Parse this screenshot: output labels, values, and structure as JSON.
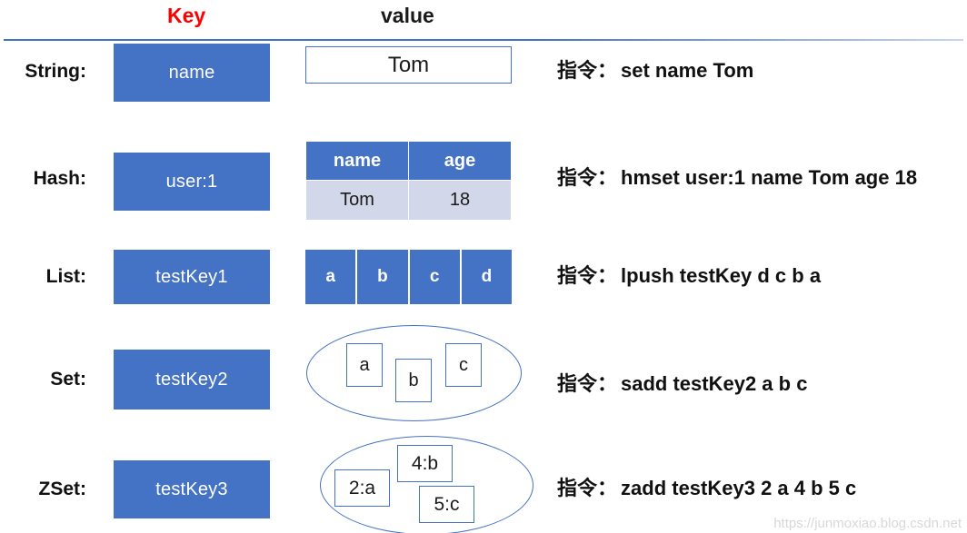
{
  "headers": {
    "key": "Key",
    "value": "value",
    "key_color": "#FF0000",
    "value_color": "#1A1A1A"
  },
  "theme": {
    "accent_blue": "#4472C4",
    "table_row_bg": "#D2D7E9",
    "box_text_white": "#FFFFFF",
    "label_black": "#111111"
  },
  "rows": [
    {
      "type_label": "String:",
      "key": "name",
      "command_prefix": "指令：",
      "command": "set name Tom",
      "value": {
        "kind": "text-box",
        "text": "Tom"
      }
    },
    {
      "type_label": "Hash:",
      "key": "user:1",
      "command_prefix": "指令：",
      "command": "hmset user:1 name Tom age 18",
      "value": {
        "kind": "table",
        "columns": [
          "name",
          "age"
        ],
        "cells": [
          "Tom",
          "18"
        ]
      }
    },
    {
      "type_label": "List:",
      "key": "testKey1",
      "command_prefix": "指令：",
      "command": "lpush testKey d c b a",
      "value": {
        "kind": "cells",
        "items": [
          "a",
          "b",
          "c",
          "d"
        ]
      }
    },
    {
      "type_label": "Set:",
      "key": "testKey2",
      "command_prefix": "指令：",
      "command": "sadd testKey2 a b c",
      "value": {
        "kind": "ellipse",
        "items": [
          "a",
          "b",
          "c"
        ]
      }
    },
    {
      "type_label": "ZSet:",
      "key": "testKey3",
      "command_prefix": "指令：",
      "command": "zadd testKey3 2 a 4 b 5 c",
      "value": {
        "kind": "ellipse",
        "items": [
          "2:a",
          "4:b",
          "5:c"
        ]
      }
    }
  ],
  "watermark": "https://junmoxiao.blog.csdn.net"
}
